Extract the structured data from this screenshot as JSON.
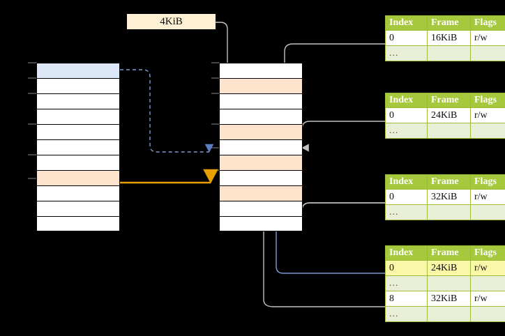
{
  "diagram": {
    "title_chip": {
      "label": "4KiB"
    },
    "left_column": {
      "name": "virtual-address-space",
      "row_count": 11,
      "rows": [
        {
          "fill": "blue"
        },
        {
          "fill": "white"
        },
        {
          "fill": "white"
        },
        {
          "fill": "white"
        },
        {
          "fill": "white"
        },
        {
          "fill": "white"
        },
        {
          "fill": "white"
        },
        {
          "fill": "peach"
        },
        {
          "fill": "white"
        },
        {
          "fill": "white"
        },
        {
          "fill": "white"
        }
      ]
    },
    "middle_column": {
      "name": "physical-address-space",
      "row_count": 11,
      "rows": [
        {
          "fill": "white"
        },
        {
          "fill": "peach"
        },
        {
          "fill": "white"
        },
        {
          "fill": "white"
        },
        {
          "fill": "peach"
        },
        {
          "fill": "white"
        },
        {
          "fill": "peach"
        },
        {
          "fill": "white"
        },
        {
          "fill": "peach"
        },
        {
          "fill": "white"
        },
        {
          "fill": "white"
        }
      ]
    },
    "tables": [
      {
        "name": "page-table-1",
        "headers": [
          "Index",
          "Frame",
          "Flags"
        ],
        "rows": [
          {
            "type": "data",
            "cells": [
              "0",
              "16KiB",
              "r/w"
            ],
            "highlight": [
              false,
              false,
              false
            ]
          },
          {
            "type": "ellipsis",
            "cells": [
              "...",
              "",
              ""
            ]
          }
        ]
      },
      {
        "name": "page-table-2",
        "headers": [
          "Index",
          "Frame",
          "Flags"
        ],
        "rows": [
          {
            "type": "data",
            "cells": [
              "0",
              "24KiB",
              "r/w"
            ],
            "highlight": [
              false,
              false,
              false
            ]
          },
          {
            "type": "ellipsis",
            "cells": [
              "...",
              "",
              ""
            ]
          }
        ]
      },
      {
        "name": "page-table-3",
        "headers": [
          "Index",
          "Frame",
          "Flags"
        ],
        "rows": [
          {
            "type": "data",
            "cells": [
              "0",
              "32KiB",
              "r/w"
            ],
            "highlight": [
              false,
              false,
              false
            ]
          },
          {
            "type": "ellipsis",
            "cells": [
              "...",
              "",
              ""
            ]
          }
        ]
      },
      {
        "name": "page-table-4",
        "headers": [
          "Index",
          "Frame",
          "Flags"
        ],
        "rows": [
          {
            "type": "data",
            "cells": [
              "0",
              "24KiB",
              "r/w"
            ],
            "highlight": [
              true,
              true,
              true
            ]
          },
          {
            "type": "ellipsis",
            "cells": [
              "...",
              "",
              ""
            ]
          },
          {
            "type": "data",
            "cells": [
              "8",
              "32KiB",
              "r/w"
            ],
            "highlight": [
              false,
              false,
              false
            ]
          },
          {
            "type": "ellipsis",
            "cells": [
              "...",
              "",
              ""
            ]
          }
        ]
      }
    ],
    "colors": {
      "header_green": "#a6c83c",
      "ellipsis_green": "#e9eed6",
      "highlight_yellow": "#fbf7a8",
      "peach": "#fde3cc",
      "blue_fill": "#dce8f8",
      "chip_cream": "#fdf0d5",
      "arrow_blue": "#7b9dd4",
      "arrow_orange": "#e8a000",
      "wire_gray": "#b3b3b3",
      "background": "#000000"
    },
    "connectors": [
      {
        "name": "chip-to-physical",
        "style": "solid-gray",
        "from": "4KiB chip",
        "to": "physical row 2"
      },
      {
        "name": "table1-to-physical",
        "style": "solid-gray",
        "from": "page-table-1 row 0",
        "to": "physical row 5"
      },
      {
        "name": "table2-to-physical",
        "style": "solid-gray",
        "from": "page-table-2 row 0",
        "to": "physical row 7"
      },
      {
        "name": "table3-to-physical",
        "style": "solid-gray",
        "from": "page-table-3 row 0",
        "to": "physical row 9"
      },
      {
        "name": "table4-row8-to-physical",
        "style": "solid-gray",
        "from": "page-table-4 row 8",
        "to": "physical row 9"
      },
      {
        "name": "table4-row0-to-physical",
        "style": "solid-blue",
        "from": "page-table-4 row 0",
        "to": "physical row 7"
      },
      {
        "name": "virtual-to-physical-dashed",
        "style": "dashed-blue",
        "from": "virtual row 1",
        "to": "physical row 7"
      },
      {
        "name": "virtual-to-physical-solid",
        "style": "solid-orange",
        "from": "virtual row 8",
        "to": "physical row 9"
      }
    ]
  }
}
